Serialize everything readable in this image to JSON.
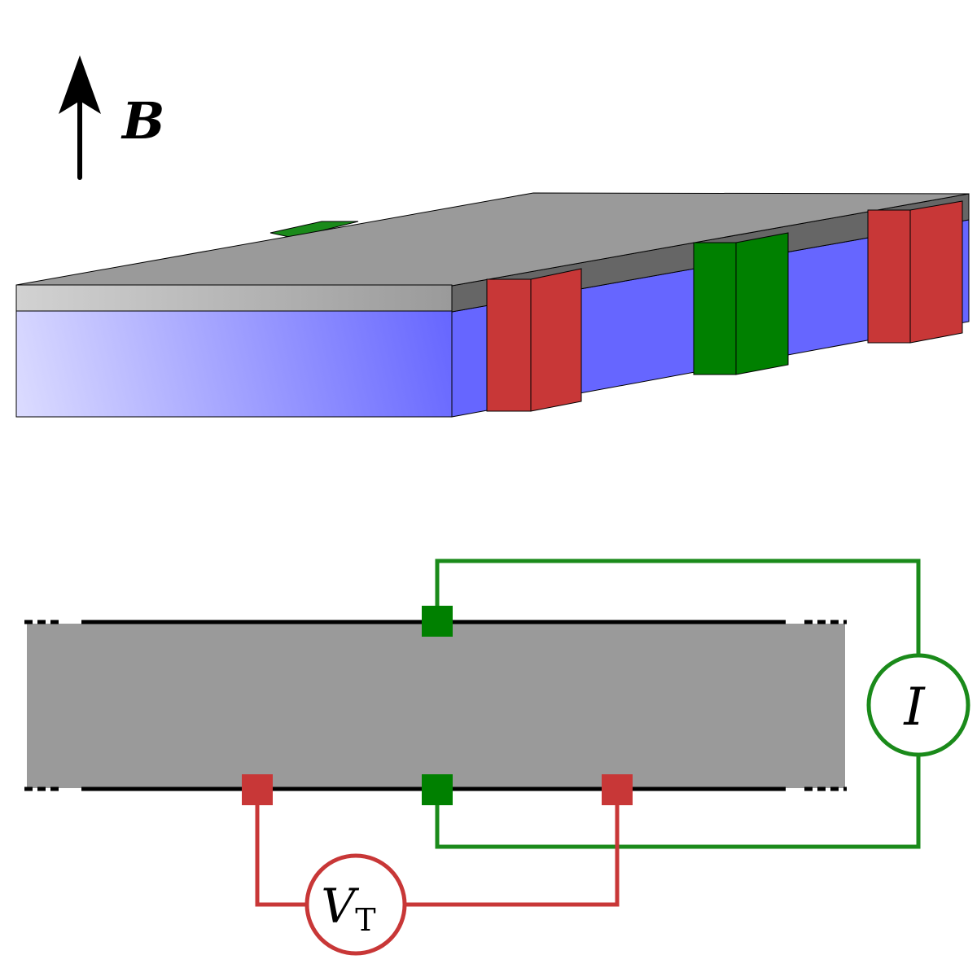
{
  "field": {
    "label": "B"
  },
  "current_meter": {
    "label": "I"
  },
  "voltage_meter": {
    "label": "V",
    "subscript": "T"
  },
  "colors": {
    "film_top": "#9a9a9a",
    "film_edge": "#666666",
    "substrate": "#6666ff",
    "contact_voltage": "#c83737",
    "contact_current": "#008000",
    "wire_voltage": "#c83737",
    "wire_current": "#1a8a1a",
    "outline": "#000000"
  }
}
